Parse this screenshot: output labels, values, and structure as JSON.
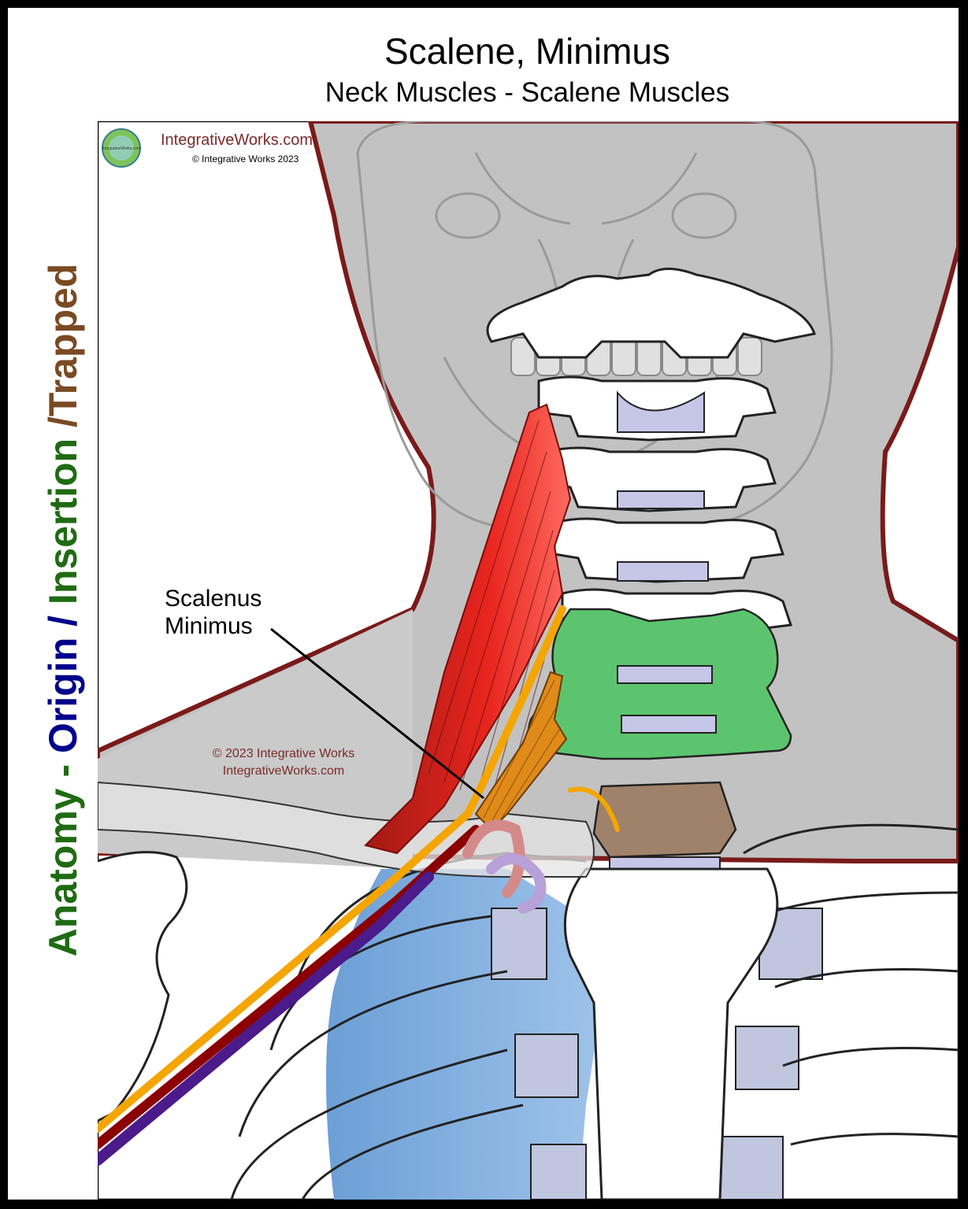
{
  "title": "Scalene, Minimus",
  "subtitle": "Neck Muscles - Scalene Muscles",
  "side_label": {
    "part1": "Anatomy -",
    "part2": " Origin /",
    "part3": " Insertion",
    "part4": " /Trapped"
  },
  "watermark": {
    "site": "IntegrativeWorks.com",
    "copyright": "© Integrative Works 2023",
    "logo_text": "IntegrativeWorks.com"
  },
  "center_watermark": {
    "line1": "© 2023 Integrative Works",
    "line2": "IntegrativeWorks.com"
  },
  "callout_label": {
    "line1": "Scalenus",
    "line2": "Minimus"
  },
  "colors": {
    "background_gray": "#c0c0c0",
    "body_outline": "#7a1a1a",
    "muscle_red": "#e8251e",
    "origin_green": "#5cc46e",
    "insertion_brown": "#a0826a",
    "scalenus_minimus": "#e08a1a",
    "disc_lavender": "#c6c6e8",
    "lung_blue": "#7aade0",
    "cartilage": "#bfc6de",
    "nerve_orange": "#f5a500",
    "artery_darkred": "#8b0000",
    "vein_purple": "#4b1a8b",
    "side_green": "#1f6b12",
    "side_blue": "#00008b",
    "side_brown": "#7a4a22"
  }
}
